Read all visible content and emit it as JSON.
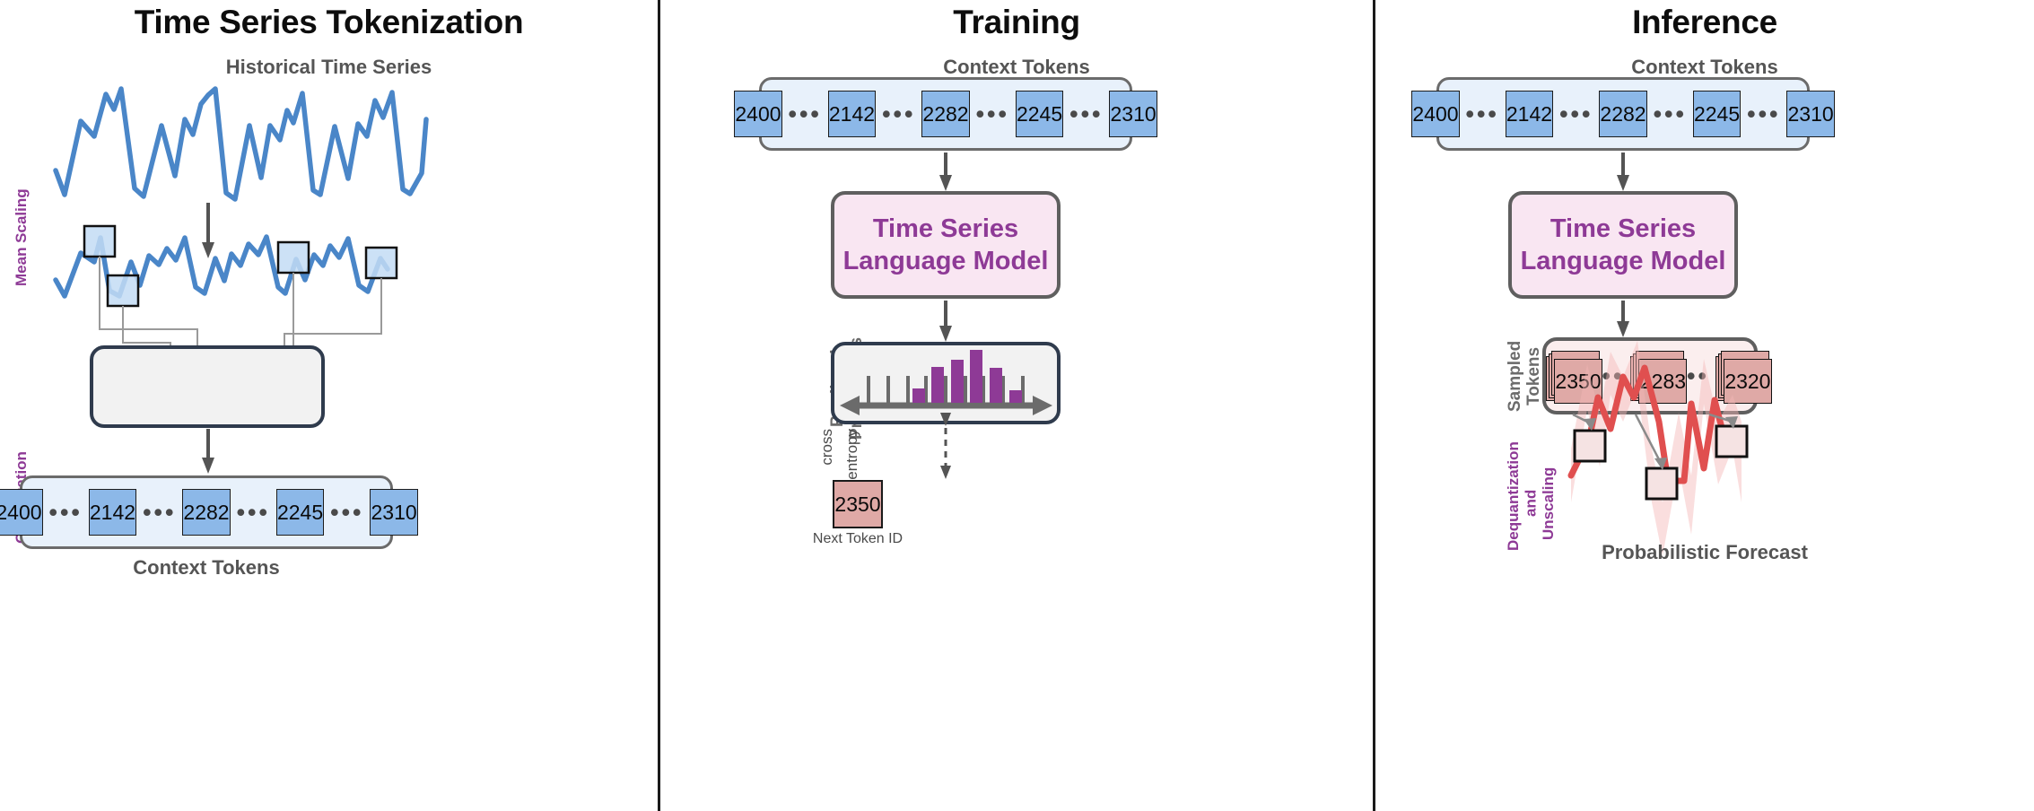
{
  "panels": {
    "tokenization": {
      "title": "Time Series Tokenization",
      "series_label": "Historical Time Series",
      "stage_labels": {
        "mean_scaling": "Mean Scaling",
        "quantization": "Quantization"
      },
      "context_caption": "Context Tokens",
      "context_tokens": [
        "2400",
        "2142",
        "2282",
        "2245",
        "2310"
      ],
      "ellipsis": "•••"
    },
    "training": {
      "title": "Training",
      "context_caption": "Context Tokens",
      "context_tokens": [
        "2400",
        "2142",
        "2282",
        "2245",
        "2310"
      ],
      "model_line1": "Time Series",
      "model_line2": "Language Model",
      "probabilities_label": "Predicted\nProbabilities",
      "loss_label_left": "cross",
      "loss_label_right": "entropy",
      "next_token_value": "2350",
      "next_token_caption": "Next Token ID",
      "ellipsis": "•••"
    },
    "inference": {
      "title": "Inference",
      "context_caption": "Context Tokens",
      "context_tokens": [
        "2400",
        "2142",
        "2282",
        "2245",
        "2310"
      ],
      "model_line1": "Time Series",
      "model_line2": "Language Model",
      "sampled_label": "Sampled\nTokens",
      "sampled_tokens": [
        "2350",
        "2283",
        "2320"
      ],
      "dequant_label": "Dequantization\nand Unscaling",
      "forecast_caption": "Probabilistic Forecast",
      "ellipsis": "•••"
    }
  },
  "colors": {
    "token_blue": "#8cb8e8",
    "token_strip_blue": "#e8f1fb",
    "model_pink": "#f9e6f2",
    "model_text_purple": "#8e3a96",
    "sampled_pink": "#dfa9a6",
    "series_blue": "#4a86c8",
    "forecast_red": "#e04f4f",
    "hist_purple": "#8e3a96",
    "box_gray": "#f2f2f2",
    "border_dark": "#2f3b4d",
    "label_gray": "#555555"
  },
  "chart_data": [
    {
      "type": "line",
      "name": "historical-time-series",
      "title": "Historical Time Series",
      "xlabel": "",
      "ylabel": "",
      "grid": false,
      "values": [
        0.3,
        0.12,
        0.55,
        0.48,
        0.62,
        0.58,
        0.8,
        0.06,
        0.02,
        0.52,
        0.18,
        0.55,
        0.47,
        0.68,
        0.62,
        0.82,
        0.05,
        0.0,
        0.52,
        0.1,
        0.5,
        0.45,
        0.6,
        0.56,
        0.8,
        0.04,
        0.02,
        0.5,
        0.12,
        0.52,
        0.48,
        0.72,
        0.62,
        0.78,
        0.05,
        0.55
      ]
    },
    {
      "type": "line",
      "name": "mean-scaled-time-series",
      "title": "",
      "xlabel": "",
      "ylabel": "",
      "grid": false,
      "values": [
        0.3,
        0.14,
        0.5,
        0.44,
        0.58,
        0.54,
        0.74,
        0.08,
        0.05,
        0.48,
        0.2,
        0.52,
        0.44,
        0.66,
        0.58,
        0.76,
        0.06,
        0.02,
        0.5,
        0.12,
        0.48,
        0.42,
        0.56,
        0.52,
        0.74,
        0.06,
        0.04,
        0.48,
        0.14,
        0.5,
        0.44,
        0.68,
        0.58,
        0.72,
        0.07,
        0.52
      ],
      "annotations": [
        "token-window-1",
        "token-window-2",
        "token-window-3",
        "token-window-4"
      ]
    },
    {
      "type": "bar",
      "name": "predicted-probabilities",
      "title": "Predicted Probabilities",
      "xlabel": "",
      "ylabel": "",
      "grid": false,
      "ylim": [
        0,
        1
      ],
      "categories": [
        "b1",
        "b2",
        "b3",
        "b4",
        "b5",
        "b6",
        "b7",
        "b8",
        "b9",
        "b10",
        "b11",
        "b12",
        "b13",
        "b14",
        "b15",
        "b16"
      ],
      "values": [
        0.0,
        0.0,
        0.0,
        0.18,
        0.0,
        0.55,
        0.0,
        0.7,
        0.0,
        1.0,
        0.0,
        0.62,
        0.14,
        0.0,
        0.0,
        0.0
      ],
      "tick_count": 13,
      "highlighted_color": "#8e3a96",
      "baseline_color": "#6b6b6b"
    },
    {
      "type": "line",
      "name": "probabilistic-forecast",
      "title": "Probabilistic Forecast",
      "xlabel": "",
      "ylabel": "",
      "grid": false,
      "values": [
        0.78,
        0.18,
        0.58,
        0.44,
        0.86,
        0.7,
        0.92,
        0.62,
        0.05,
        0.06,
        0.72,
        0.22,
        0.74,
        0.48
      ],
      "band": true,
      "color": "#e04f4f"
    }
  ]
}
